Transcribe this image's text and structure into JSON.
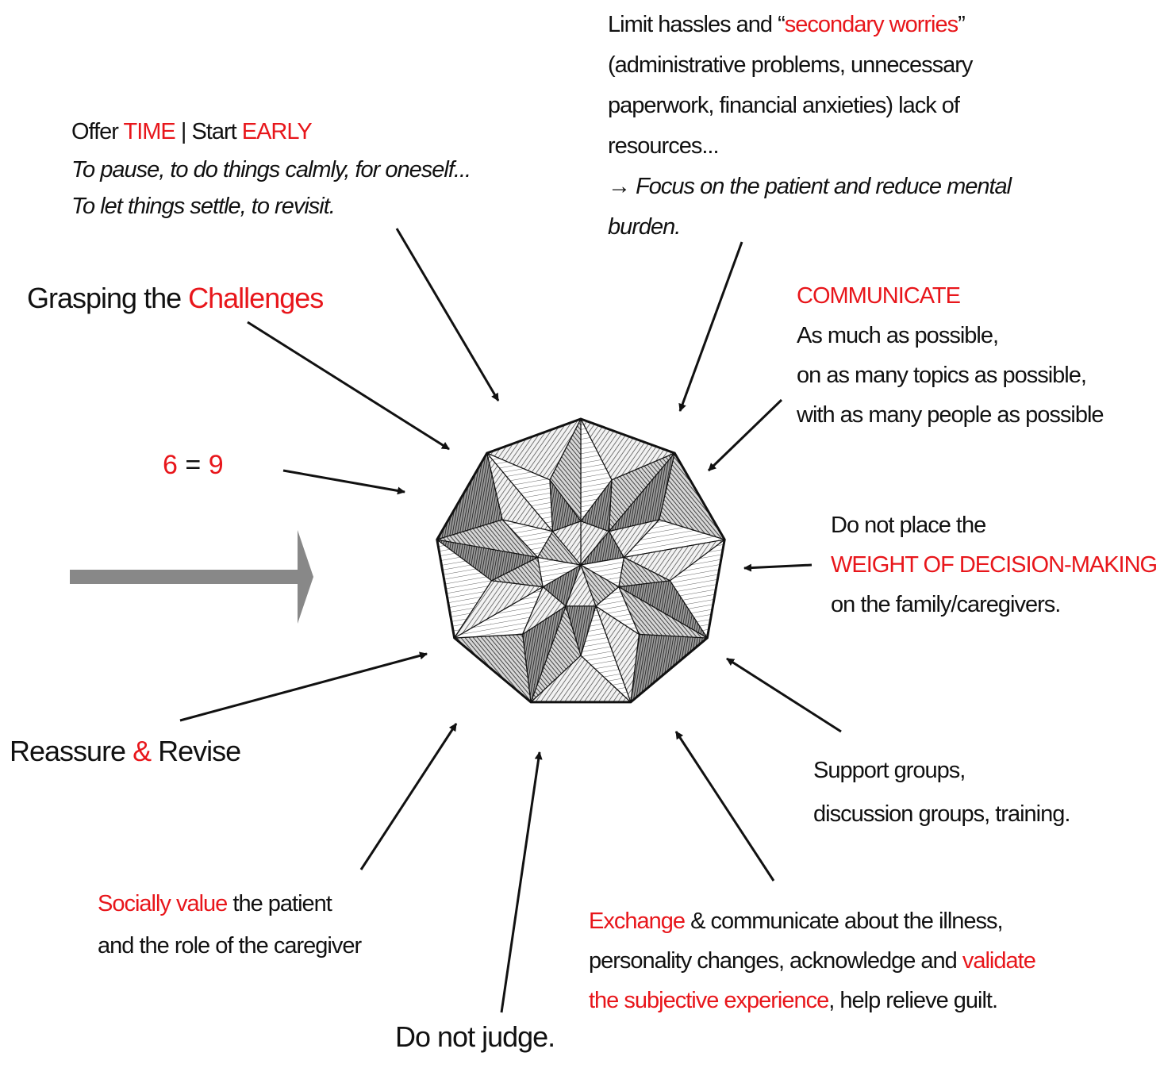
{
  "colors": {
    "accent": "#e8161b",
    "text": "#111111",
    "big_arrow": "#888888"
  },
  "center_figure": "faceted-gem",
  "time": {
    "offer": "Offer",
    "time_word": "TIME",
    "sep": "|",
    "start": "Start",
    "early_word": "EARLY",
    "line2": "To pause, to do things calmly, for oneself...",
    "line3": "To let things settle, to revisit."
  },
  "hassles": {
    "limit": "Limit hassles and “",
    "secondary": "secondary worries",
    "close_quote": "”",
    "line2": "(administrative problems, unnecessary",
    "line3": "paperwork, financial anxieties) lack of",
    "line4": "resources...",
    "arrow_glyph": "→",
    "line5": "Focus on the patient and reduce mental",
    "line6": "burden."
  },
  "grasping": {
    "prefix": "Grasping the",
    "highlight": "Challenges"
  },
  "communicate": {
    "heading": "COMMUNICATE",
    "line1": "As much as possible,",
    "line2": "on as many topics as possible,",
    "line3": "with as many people as possible"
  },
  "equation": {
    "left": "6",
    "equals": "=",
    "right": "9"
  },
  "decision": {
    "line1": "Do not place the",
    "line2": "WEIGHT OF DECISION-MAKING",
    "line3": "on the family/caregivers."
  },
  "reassure": {
    "word1": "Reassure",
    "amp": "&",
    "word2": "Revise"
  },
  "support": {
    "line1": "Support groups,",
    "line2": "discussion groups, training."
  },
  "social": {
    "highlight": "Socially value",
    "rest": "the patient",
    "line2": "and the role of the caregiver"
  },
  "exchange": {
    "highlight1": "Exchange",
    "rest1": "& communicate about the illness,",
    "line2a": "personality changes, acknowledge and",
    "highlight2": "validate",
    "highlight3": "the subjective experience",
    "rest3": ", help relieve guilt."
  },
  "judge": {
    "text": "Do not judge."
  }
}
